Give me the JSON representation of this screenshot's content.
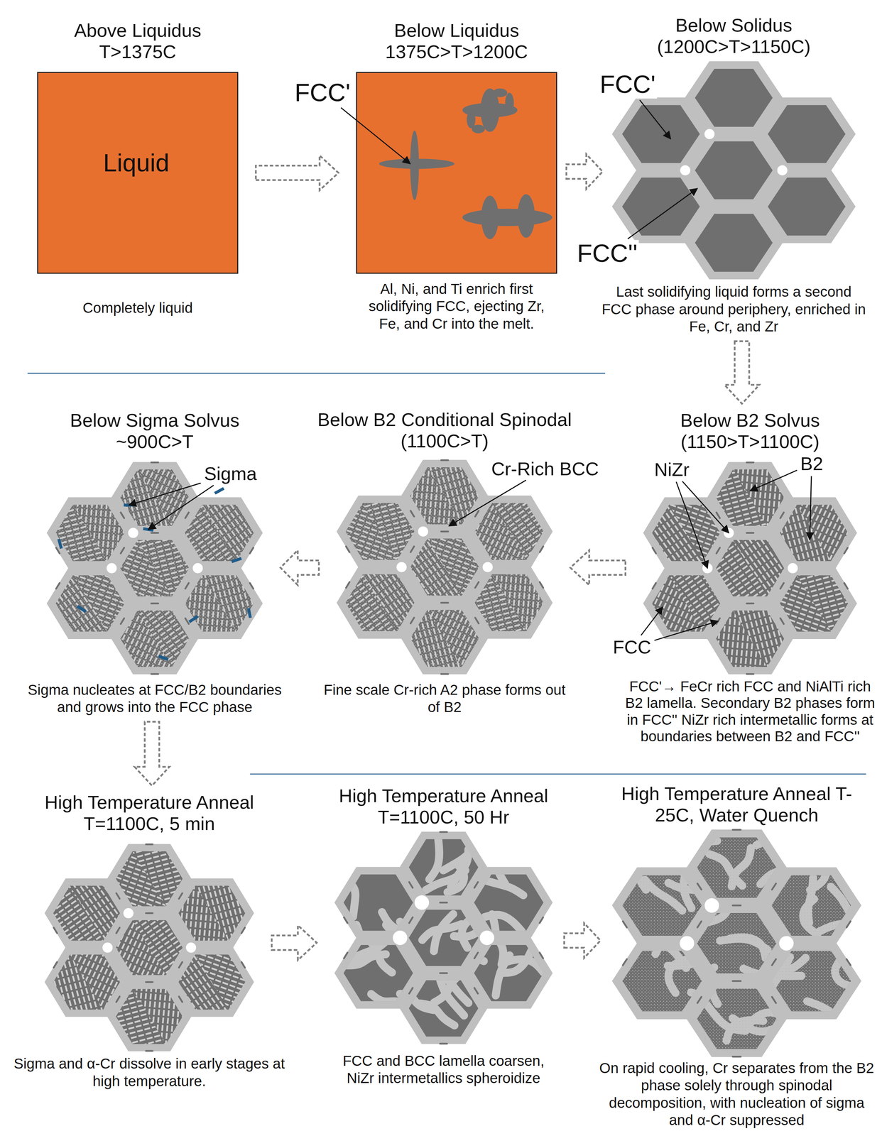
{
  "diagram": {
    "nodes": [
      {
        "text": [
          "Above Liquidus T>1375C",
          "Completely liquid"
        ]
      },
      {
        "text": [
          "Below Liquidus 1375C>T>1200C",
          "Al, Ni, and Ti enrich first solidifying FCC, ejecting Zr, Fe, and Cr into the melt."
        ]
      },
      {
        "text": [
          "Below Solidus (1200C>T>1150C)",
          "Last solidifying liquid forms a second FCC phase around periphery, enriched in Fe, Cr, and Zr"
        ]
      },
      {
        "text": [
          "Below Sigma Solvus ~900C>T",
          "Sigma nucleates at FCC/B2 boundaries and grows into the FCC phase"
        ]
      },
      {
        "text": [
          "Below B2 Conditional Spinodal (1100C>T)",
          "Fine scale Cr-rich A2 phase forms out of B2"
        ]
      },
      {
        "text": [
          "Below B2 Solvus (1150>T>1100C)",
          "FCC'→ FeCr rich FCC and NiAlTi rich B2 lamella. Secondary B2 phases form in FCC'' NiZr rich intermetallic forms at boundaries between B2 and FCC''"
        ]
      },
      {
        "text": [
          "High Temperature Anneal T=1100C, 5 min",
          "Sigma and α-Cr dissolve in early stages at high temperature."
        ]
      },
      {
        "text": [
          "High Temperature Anneal T=1100C, 50 Hr",
          "FCC and BCC lamella coarsen, NiZr intermetallics spheroidize"
        ]
      },
      {
        "text": [
          "High Temperature Anneal T-25C, Water Quench",
          "On rapid cooling, Cr separates from the B2 phase solely through spinodal decomposition, with nucleation of sigma and α-Cr suppressed"
        ]
      }
    ],
    "edges": [
      {
        "from": 0,
        "to": 1,
        "arrow": "to"
      },
      {
        "from": 1,
        "to": 2,
        "arrow": "to"
      },
      {
        "from": 2,
        "to": 5,
        "arrow": "to"
      },
      {
        "from": 5,
        "to": 4,
        "arrow": "to"
      },
      {
        "from": 4,
        "to": 3,
        "arrow": "to"
      },
      {
        "from": 3,
        "to": 6,
        "arrow": "to"
      },
      {
        "from": 6,
        "to": 7,
        "arrow": "to"
      },
      {
        "from": 7,
        "to": 8,
        "arrow": "to"
      }
    ],
    "labels": [
      "Liquid",
      "FCC'",
      "FCC'",
      "FCC''",
      "Sigma",
      "Cr-Rich BCC",
      "NiZr",
      "B2",
      "FCC"
    ]
  }
}
